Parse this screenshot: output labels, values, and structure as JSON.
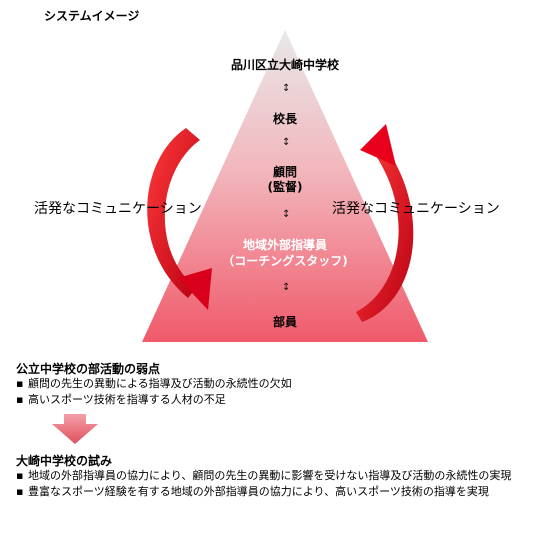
{
  "header": {
    "title": "システムイメージ"
  },
  "pyramid": {
    "levels": [
      {
        "label": "品川区立大崎中学校"
      },
      {
        "label": "校長"
      },
      {
        "label": "顧問",
        "sub": "(監督)"
      },
      {
        "label": "地域外部指導員",
        "sub": "（コーチングスタッフ)"
      },
      {
        "label": "部員"
      }
    ],
    "connector_glyph": "↕",
    "colors": {
      "top": "#e8e8e8",
      "bottom": "#f05a6b"
    }
  },
  "cycle": {
    "left_label": "活発なコミュニケーション",
    "right_label": "活発なコミュニケーション",
    "arrow_color": "#e8001c"
  },
  "weakness": {
    "heading": "公立中学校の部活動の弱点",
    "items": [
      "顧問の先生の異動による指導及び活動の永続性の欠如",
      "高いスポーツ技術を指導する人材の不足"
    ]
  },
  "initiative": {
    "heading": "大崎中学校の試み",
    "items": [
      "地域の外部指導員の協力により、顧問の先生の異動に影響を受けない指導及び活動の永続性の実現",
      "豊富なスポーツ経験を有する地域の外部指導員の協力により、高いスポーツ技術の指導を実現"
    ]
  },
  "bullet_glyph": "▪"
}
